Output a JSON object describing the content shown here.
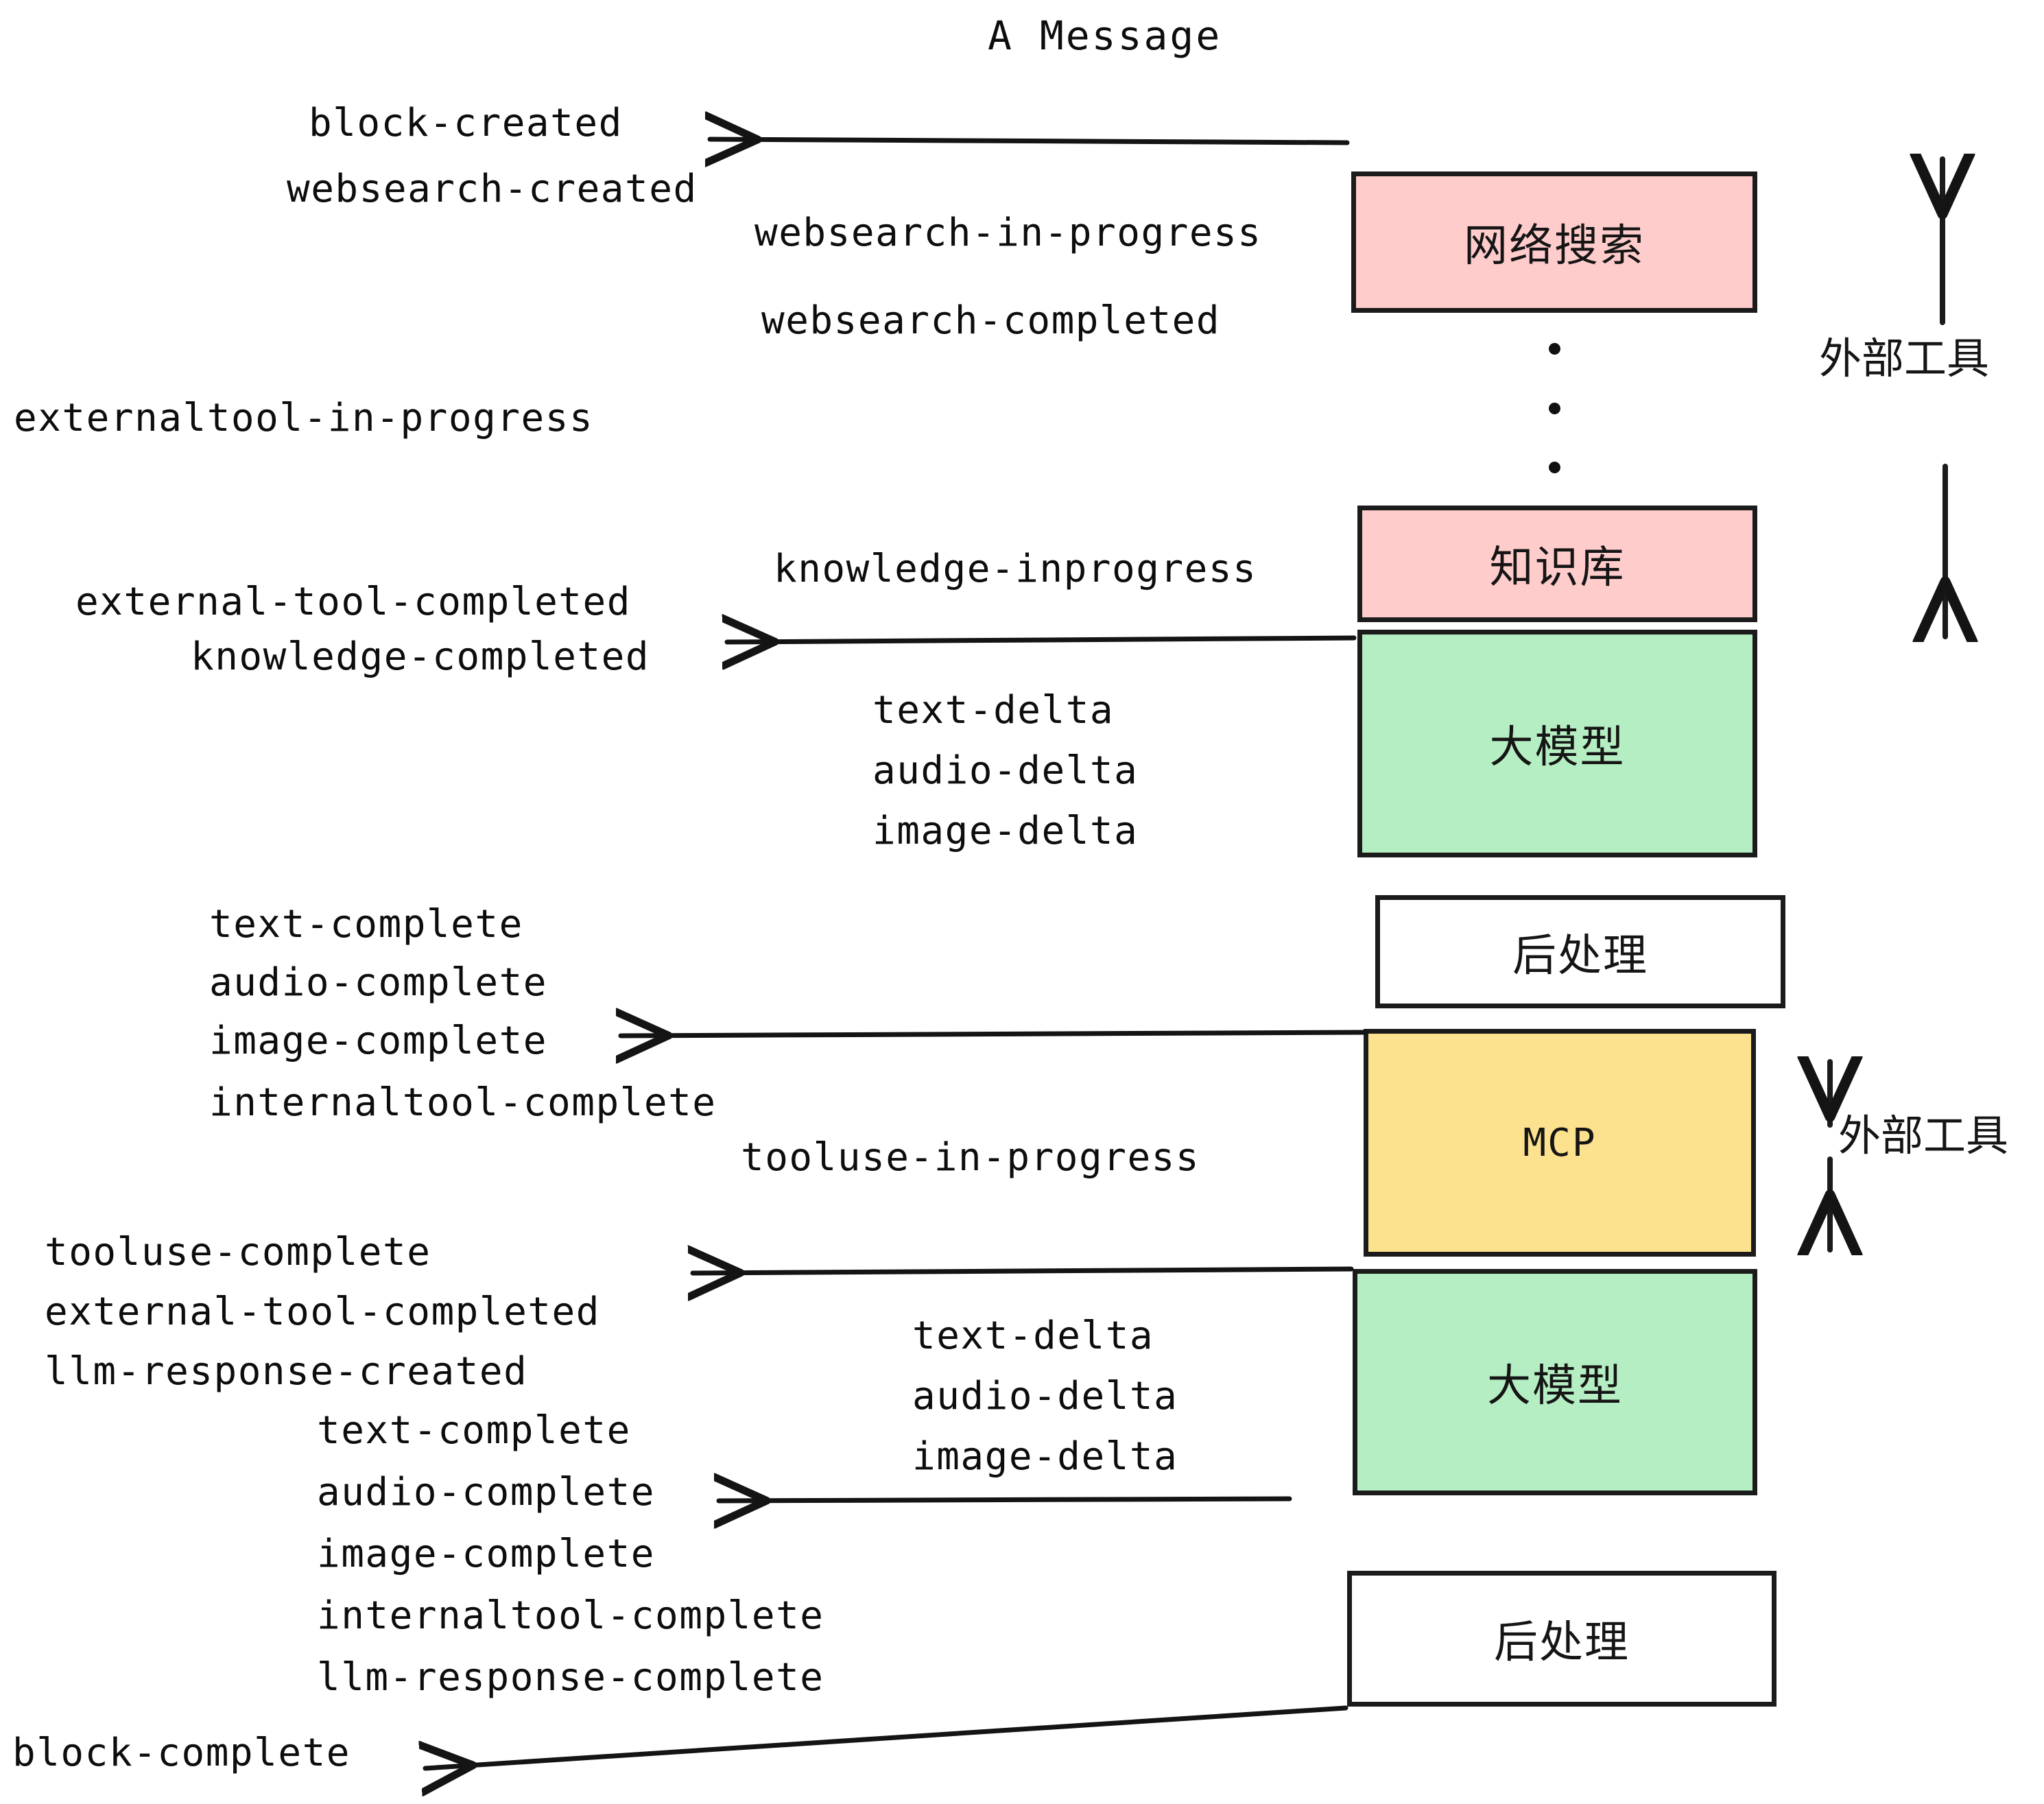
{
  "title": "A Message",
  "colors": {
    "pink": "#FFCCCC",
    "green": "#B5EEC2",
    "yellow": "#FCE18E",
    "white": "#FFFFFF",
    "stroke": "#1b1b1b",
    "text": "#0d0d0d"
  },
  "boxes": [
    {
      "id": "websearch",
      "label": "网络搜索",
      "fill": "#FFCCCC",
      "script": "cjk"
    },
    {
      "id": "knowledgebase",
      "label": "知识库",
      "fill": "#FFCCCC",
      "script": "cjk"
    },
    {
      "id": "llm-top",
      "label": "大模型",
      "fill": "#B5EEC2",
      "script": "cjk"
    },
    {
      "id": "postprocess-top",
      "label": "后处理",
      "fill": "#FFFFFF",
      "script": "cjk"
    },
    {
      "id": "mcp",
      "label": "MCP",
      "fill": "#FCE18E",
      "script": "latin"
    },
    {
      "id": "llm-bottom",
      "label": "大模型",
      "fill": "#B5EEC2",
      "script": "cjk"
    },
    {
      "id": "postprocess-bottom",
      "label": "后处理",
      "fill": "#FFFFFF",
      "script": "cjk"
    }
  ],
  "external_tool_labels": [
    {
      "id": "external-tool-upper",
      "label": "外部工具"
    },
    {
      "id": "external-tool-lower",
      "label": "外部工具"
    }
  ],
  "events": {
    "block_created": "block-created",
    "websearch_created": "websearch-created",
    "websearch_in_progress": "websearch-in-progress",
    "websearch_completed": "websearch-completed",
    "externaltool_in_progress": "externaltool-in-progress",
    "knowledge_inprogress": "knowledge-inprogress",
    "external_tool_completed_1": "external-tool-completed",
    "knowledge_completed": "knowledge-completed",
    "text_delta_1": "text-delta",
    "audio_delta_1": "audio-delta",
    "image_delta_1": "image-delta",
    "text_complete_1": "text-complete",
    "audio_complete_1": "audio-complete",
    "image_complete_1": "image-complete",
    "internaltool_complete_1": "internaltool-complete",
    "tooluse_in_progress": "tooluse-in-progress",
    "tooluse_complete": "tooluse-complete",
    "external_tool_completed_2": "external-tool-completed",
    "llm_response_created": "llm-response-created",
    "text_delta_2": "text-delta",
    "audio_delta_2": "audio-delta",
    "image_delta_2": "image-delta",
    "text_complete_2": "text-complete",
    "audio_complete_2": "audio-complete",
    "image_complete_2": "image-complete",
    "internaltool_complete_2": "internaltool-complete",
    "llm_response_complete": "llm-response-complete",
    "block_complete": "block-complete"
  },
  "ellipsis_dots": 3
}
